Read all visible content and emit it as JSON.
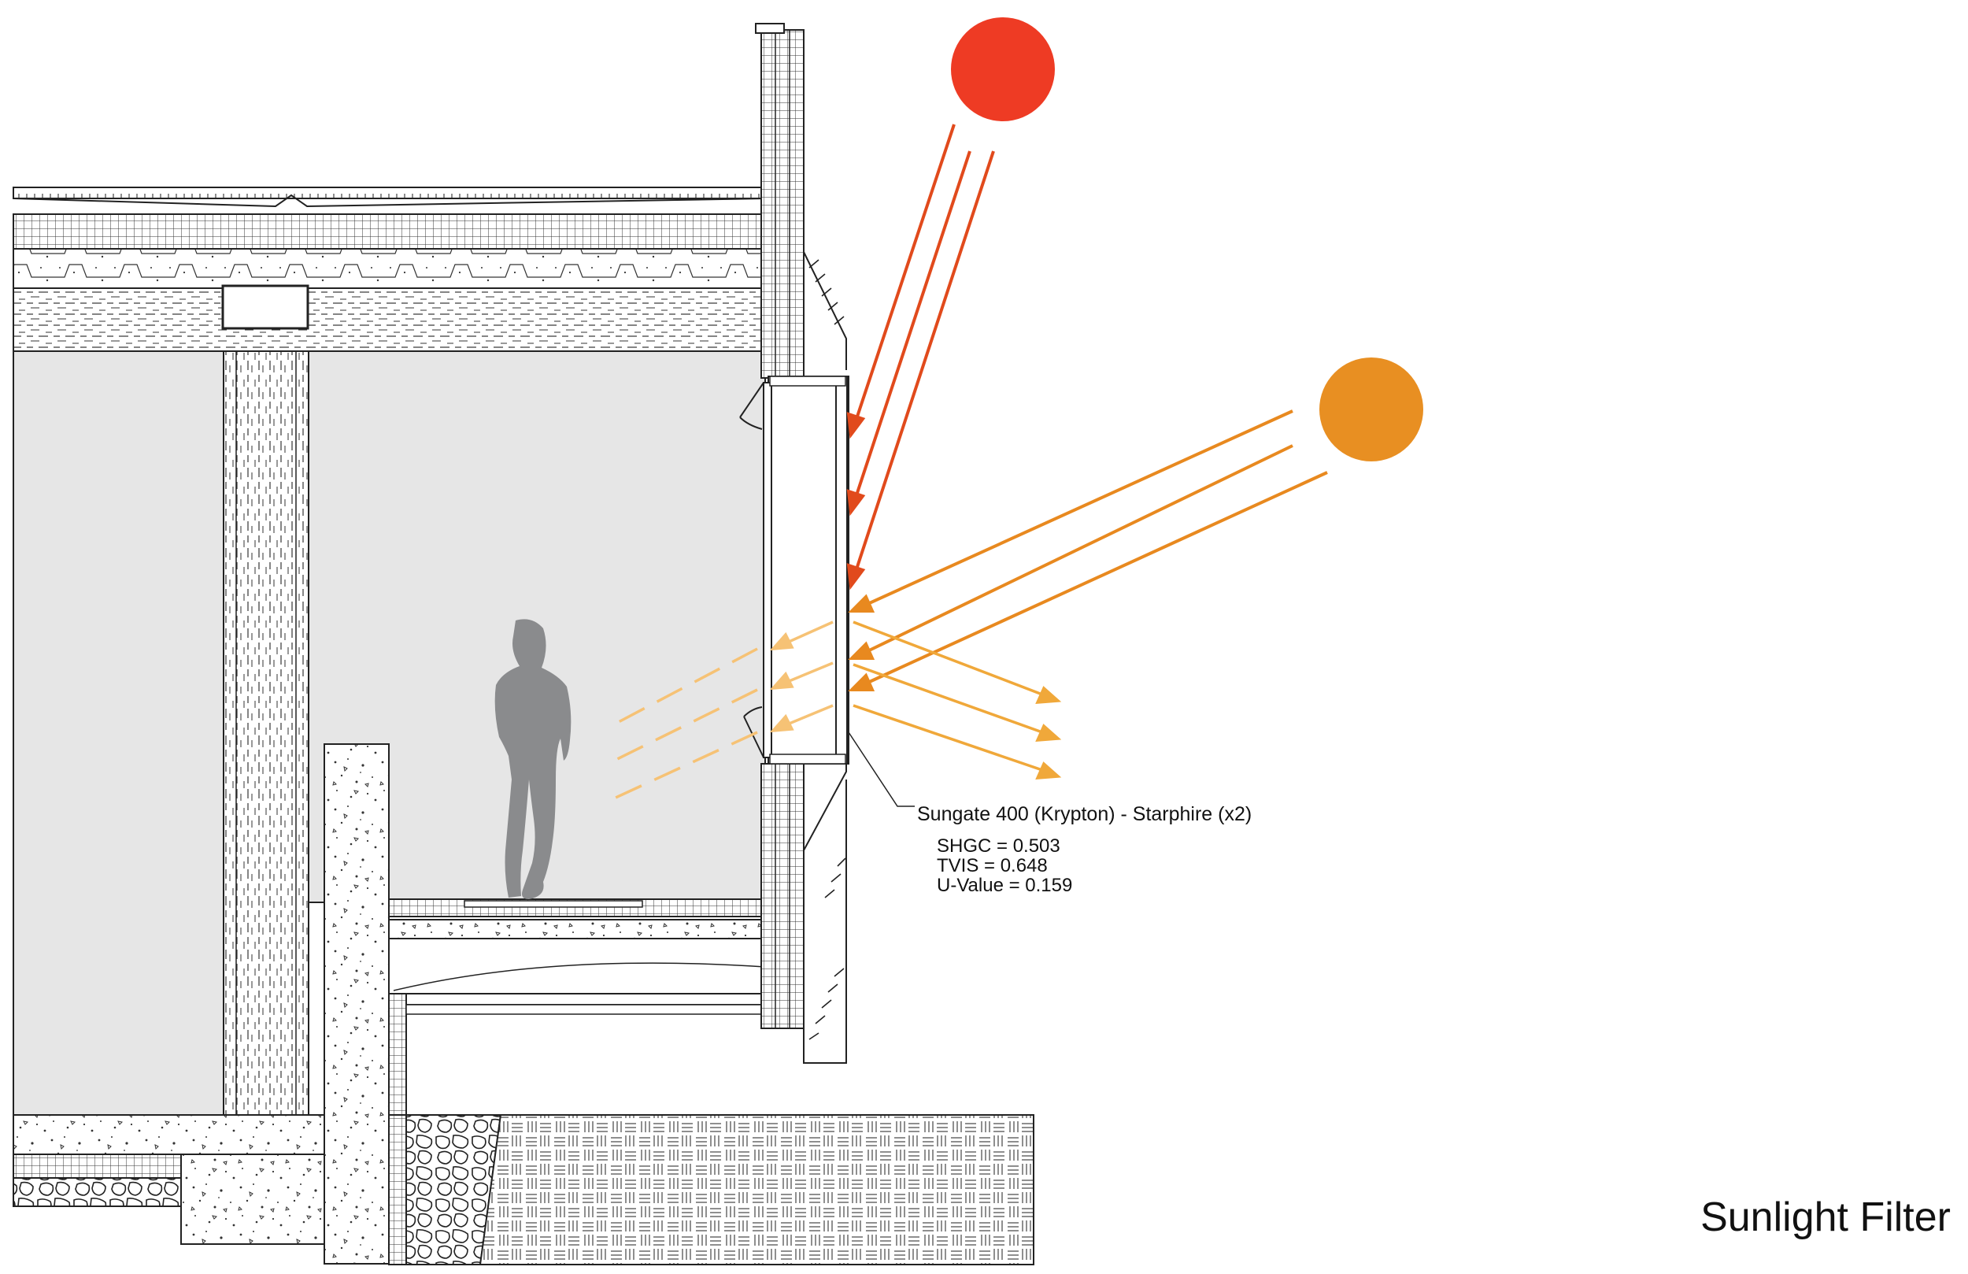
{
  "glass": {
    "name": "Sungate 400 (Krypton) - Starphire (x2)",
    "specs": [
      "SHGC = 0.503",
      "TVIS = 0.648",
      "U-Value = 0.159"
    ]
  },
  "title": "Sunlight Filter",
  "colors": {
    "high_sun": "#ee3b24",
    "high_sun_ray": "#e14a1c",
    "low_sun": "#e88f22",
    "low_sun_ray": "#e8891f",
    "reflected_ray": "#f0a83a",
    "transmitted_ray": "#f6c275",
    "interior_fill": "#e6e6e6",
    "figure": "#8a8b8d",
    "linework": "#1a1a1a"
  },
  "icons": {
    "high_sun": "sun-icon",
    "low_sun": "sun-icon",
    "occupant": "person-silhouette"
  }
}
